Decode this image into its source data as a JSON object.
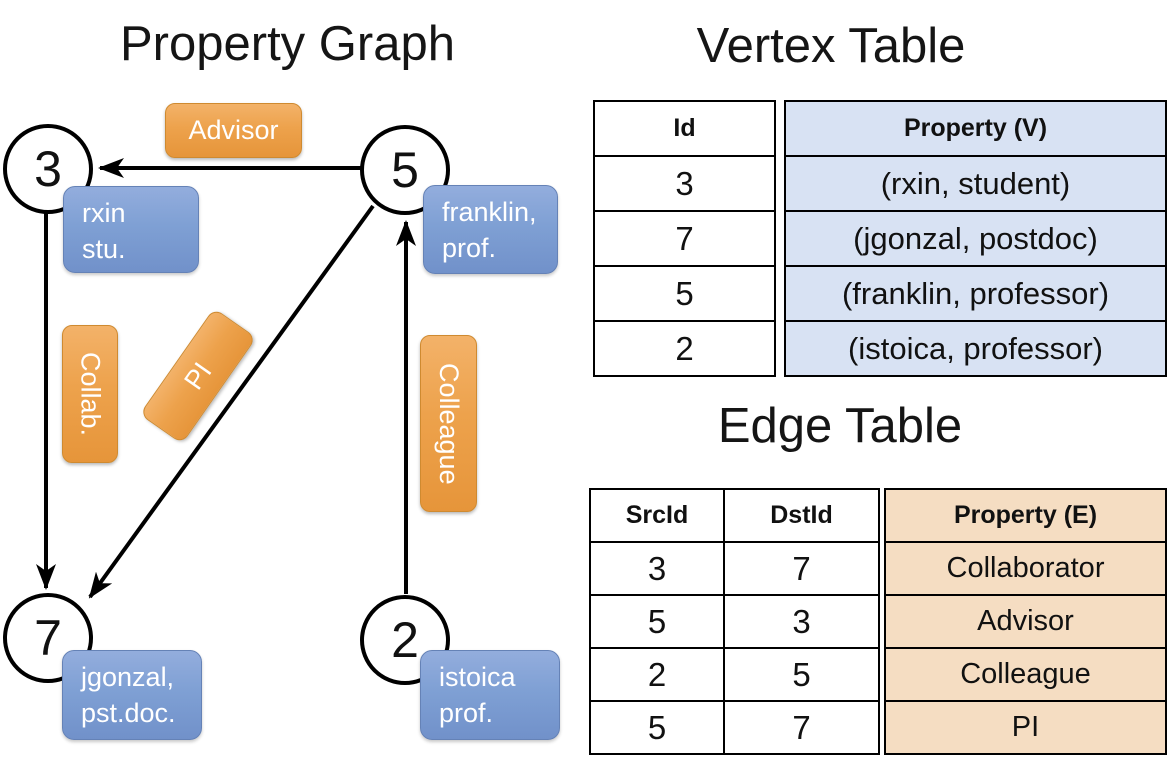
{
  "graph": {
    "title": "Property Graph",
    "nodes": [
      {
        "id": "3",
        "prop_line1": "rxin",
        "prop_line2": "stu."
      },
      {
        "id": "5",
        "prop_line1": "franklin,",
        "prop_line2": "prof."
      },
      {
        "id": "7",
        "prop_line1": "jgonzal,",
        "prop_line2": "pst.doc."
      },
      {
        "id": "2",
        "prop_line1": "istoica",
        "prop_line2": "prof."
      }
    ],
    "edge_labels": {
      "advisor": "Advisor",
      "collab": "Collab.",
      "pi": "PI",
      "colleague": "Colleague"
    }
  },
  "vertex_table": {
    "title": "Vertex Table",
    "id_header": "Id",
    "property_header": "Property (V)",
    "rows": [
      {
        "id": "3",
        "property": "(rxin, student)"
      },
      {
        "id": "7",
        "property": "(jgonzal, postdoc)"
      },
      {
        "id": "5",
        "property": "(franklin, professor)"
      },
      {
        "id": "2",
        "property": "(istoica, professor)"
      }
    ]
  },
  "edge_table": {
    "title": "Edge Table",
    "src_header": "SrcId",
    "dst_header": "DstId",
    "property_header": "Property (E)",
    "rows": [
      {
        "src": "3",
        "dst": "7",
        "property": "Collaborator"
      },
      {
        "src": "5",
        "dst": "3",
        "property": "Advisor"
      },
      {
        "src": "2",
        "dst": "5",
        "property": "Colleague"
      },
      {
        "src": "5",
        "dst": "7",
        "property": "PI"
      }
    ]
  },
  "colors": {
    "edge_label_orange": "#EDA24C",
    "node_property_blue": "#7FA0D4",
    "vertex_cell_blue": "#D8E2F3",
    "edge_cell_tan": "#F5DDC2",
    "line_black": "#000000"
  }
}
